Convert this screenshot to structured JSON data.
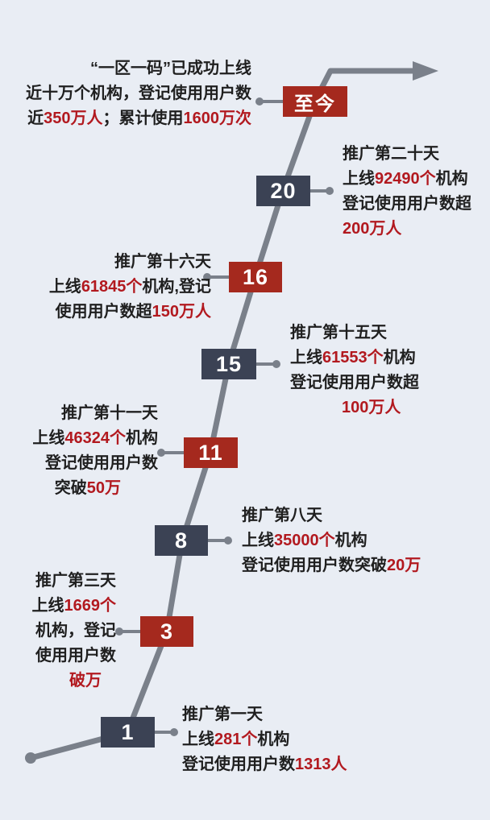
{
  "palette": {
    "background": "#e9edf4",
    "box_navy": "#3b4254",
    "box_red": "#a5291e",
    "highlight_red": "#b2191f",
    "text_dark": "#1f1f1f",
    "line_gray": "#7a808a"
  },
  "milestones": {
    "d1": {
      "label": "1",
      "l1": "推广第一天",
      "l2a": "上线",
      "l2b": "281个",
      "l2c": "机构",
      "l3a": "登记使用用户数",
      "l3b": "1313人"
    },
    "d3": {
      "label": "3",
      "l1": "推广第三天",
      "l2a": "上线",
      "l2b": "1669个",
      "l3": "机构，登记",
      "l4": "使用用户数",
      "l5": "破万"
    },
    "d8": {
      "label": "8",
      "l1": "推广第八天",
      "l2a": "上线",
      "l2b": "35000个",
      "l2c": "机构",
      "l3a": "登记使用用户数突破",
      "l3b": "20万"
    },
    "d11": {
      "label": "11",
      "l1": "推广第十一天",
      "l2a": "上线",
      "l2b": "46324个",
      "l2c": "机构",
      "l3": "登记使用用户数",
      "l4a": "突破",
      "l4b": "50万"
    },
    "d15": {
      "label": "15",
      "l1": "推广第十五天",
      "l2a": "上线",
      "l2b": "61553个",
      "l2c": "机构",
      "l3": "登记使用用户数超",
      "l4": "100万人"
    },
    "d16": {
      "label": "16",
      "l1": "推广第十六天",
      "l2a": "上线",
      "l2b": "61845个",
      "l2c": "机构,登记",
      "l3a": "使用用户数超",
      "l3b": "150万人"
    },
    "d20": {
      "label": "20",
      "l1": "推广第二十天",
      "l2a": "上线",
      "l2b": "92490个",
      "l2c": "机构",
      "l3": "登记使用用户数超",
      "l4": "200万人"
    },
    "today": {
      "label": "至今",
      "l1": "“一区一码”已成功上线",
      "l2": "近十万个机构，登记使用用户数",
      "l3a": "近",
      "l3b": "350万人",
      "l3c": "；累计使用",
      "l3d": "1600万次"
    }
  }
}
